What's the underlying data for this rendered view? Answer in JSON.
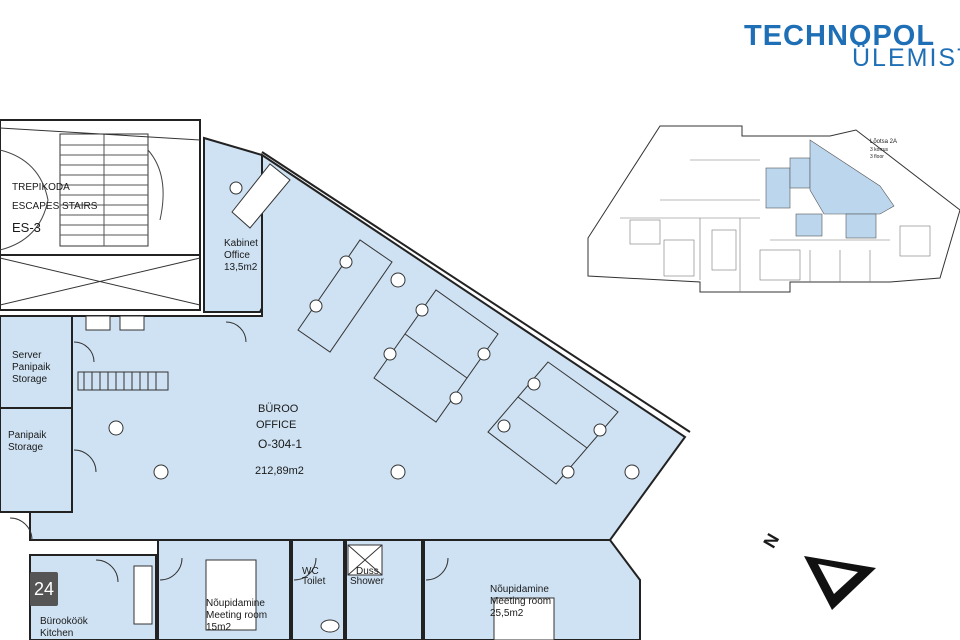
{
  "logo": {
    "title": "TECHNOPOL",
    "subtitle": "ÜLEMIST"
  },
  "badge": "24",
  "rooms": {
    "stairs": {
      "line1": "TREPIKODA",
      "line2": "ESCAPES STAIRS",
      "code": "ES-3"
    },
    "cabinet": {
      "line1": "Kabinet",
      "line2": "Office",
      "area": "13,5m2"
    },
    "server": {
      "line1": "Server",
      "line2": "Panipaik",
      "line3": "Storage"
    },
    "storage": {
      "line1": "Panipaik",
      "line2": "Storage"
    },
    "office": {
      "line1": "BÜROO",
      "line2": "OFFICE",
      "code": "O-304-1",
      "area": "212,89m2"
    },
    "kitchen": {
      "line1": "Bürooköök",
      "line2": "Kitchen"
    },
    "meeting1": {
      "line1": "Nõupidamine",
      "line2": "Meeting room",
      "area": "15m2"
    },
    "wc": {
      "line1": "WC",
      "line2": "Toilet"
    },
    "shower": {
      "line1": "Duss",
      "line2": "Shower"
    },
    "meeting2": {
      "line1": "Nõupidamine",
      "line2": "Meeting room",
      "area": "25,5m2"
    }
  },
  "keyplan": {
    "line1": "Lõotsa 2A",
    "line2": "3 korrus",
    "line3": "3 floor"
  },
  "compass": {
    "label": "N"
  },
  "colors": {
    "room_fill": "#cfe2f3",
    "wall": "#222222",
    "brand": "#1f6fb6",
    "keyplan_fill": "#bcd6ee"
  }
}
